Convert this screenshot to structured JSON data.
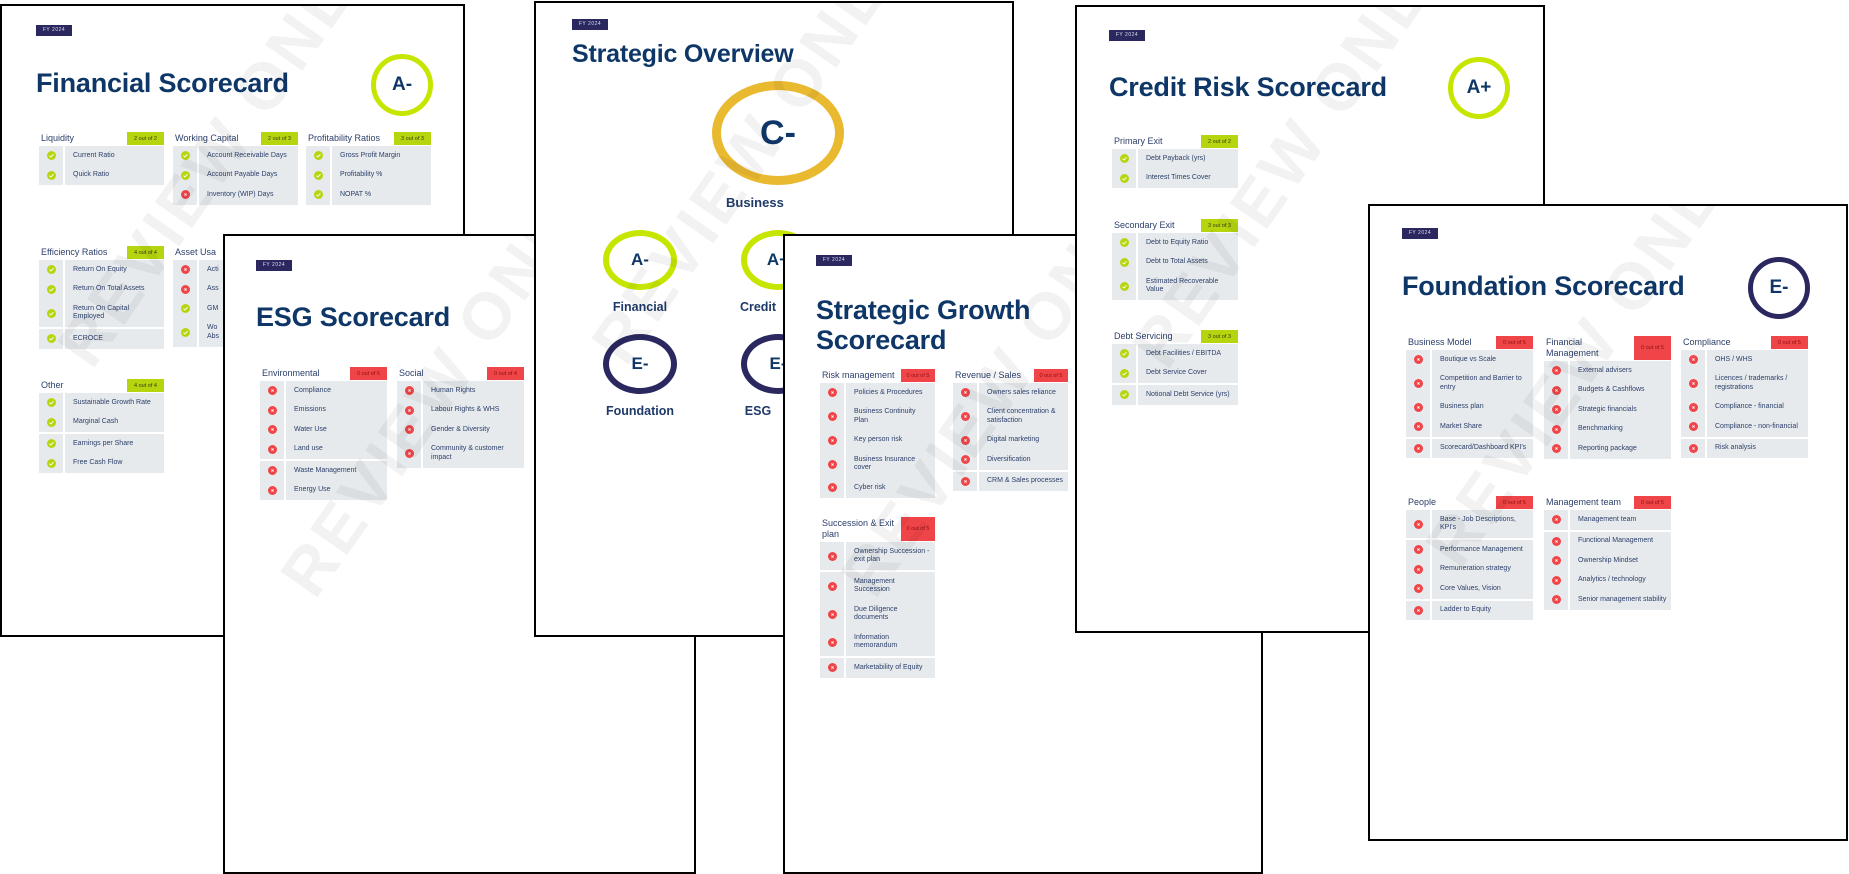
{
  "colors": {
    "navy": "#2b2860",
    "title": "#0e3768",
    "pass": "#b7d50f",
    "fail": "#f04548",
    "panel": "#e7eaed",
    "lime": "#c6e600",
    "gold": "#e9b92f"
  },
  "watermark": "REVIEW ONLY",
  "pages": [
    {
      "id": "financial",
      "fy": "FY 2024",
      "title": "Financial Scorecard",
      "grade": "A-",
      "grade_color": "lime",
      "sections": [
        {
          "title": "Liquidity",
          "badge": "2 out of 2",
          "status": "pass",
          "groups": [
            [
              {
                "label": "Current Ratio",
                "status": "pass"
              },
              {
                "label": "Quick Ratio",
                "status": "pass"
              }
            ]
          ]
        },
        {
          "title": "Working Capital",
          "badge": "2 out of 3",
          "status": "pass",
          "groups": [
            [
              {
                "label": "Account Receivable Days",
                "status": "pass"
              },
              {
                "label": "Account Payable Days",
                "status": "pass"
              },
              {
                "label": "Inventory (WIP) Days",
                "status": "fail"
              }
            ]
          ]
        },
        {
          "title": "Profitability Ratios",
          "badge": "3 out of 3",
          "status": "pass",
          "groups": [
            [
              {
                "label": "Gross Profit Margin",
                "status": "pass"
              },
              {
                "label": "Profitability %",
                "status": "pass"
              },
              {
                "label": "NOPAT %",
                "status": "pass"
              }
            ]
          ]
        },
        {
          "title": "Efficiency Ratios",
          "badge": "4 out of 4",
          "status": "pass",
          "groups": [
            [
              {
                "label": "Return On Equity",
                "status": "pass"
              },
              {
                "label": "Return On Total Assets",
                "status": "pass"
              },
              {
                "label": "Return On Capital Employed",
                "status": "pass"
              }
            ],
            [
              {
                "label": "ECROCE",
                "status": "pass"
              }
            ]
          ]
        },
        {
          "title": "Asset Usa",
          "badge": "",
          "status": "pass",
          "groups": [
            [
              {
                "label": "Acti",
                "status": "fail"
              },
              {
                "label": "Ass",
                "status": "fail"
              },
              {
                "label": "GM",
                "status": "pass"
              },
              {
                "label": "Wo Abs",
                "status": "pass"
              }
            ]
          ]
        },
        {
          "title": "Other",
          "badge": "4 out of 4",
          "status": "pass",
          "groups": [
            [
              {
                "label": "Sustainable Growth Rate",
                "status": "pass"
              },
              {
                "label": "Marginal Cash",
                "status": "pass"
              }
            ],
            [
              {
                "label": "Earnings per Share",
                "status": "pass"
              },
              {
                "label": "Free Cash Flow",
                "status": "pass"
              }
            ]
          ]
        }
      ]
    },
    {
      "id": "esg",
      "fy": "FY 2024",
      "title": "ESG Scorecard",
      "sections": [
        {
          "title": "Environmental",
          "badge": "0 out of 6",
          "status": "fail",
          "groups": [
            [
              {
                "label": "Compliance",
                "status": "fail"
              },
              {
                "label": "Emissions",
                "status": "fail"
              },
              {
                "label": "Water Use",
                "status": "fail"
              },
              {
                "label": "Land use",
                "status": "fail"
              }
            ],
            [
              {
                "label": "Waste Management",
                "status": "fail"
              },
              {
                "label": "Energy Use",
                "status": "fail"
              }
            ]
          ]
        },
        {
          "title": "Social",
          "badge": "0 out of 4",
          "status": "fail",
          "groups": [
            [
              {
                "label": "Human Rights",
                "status": "fail"
              },
              {
                "label": "Labour Rights & WHS",
                "status": "fail"
              },
              {
                "label": "Gender & Diversity",
                "status": "fail"
              },
              {
                "label": "Community & customer impact",
                "status": "fail"
              }
            ]
          ]
        }
      ]
    },
    {
      "id": "overview",
      "fy": "FY 2024",
      "title": "Strategic Overview",
      "main": {
        "grade": "C-",
        "label": "Business",
        "color": "gold"
      },
      "subs": [
        {
          "grade": "A-",
          "label": "Financial",
          "color": "lime"
        },
        {
          "grade": "A+",
          "label": "Credit",
          "color": "lime"
        },
        {
          "grade": "E-",
          "label": "Foundation",
          "color": "navy"
        },
        {
          "grade": "E-",
          "label": "ESG",
          "color": "navy"
        }
      ]
    },
    {
      "id": "growth",
      "fy": "FY 2024",
      "title": "Strategic Growth Scorecard",
      "sections": [
        {
          "title": "Risk management",
          "badge": "0 out of 5",
          "status": "fail",
          "groups": [
            [
              {
                "label": "Policies & Procedures",
                "status": "fail"
              },
              {
                "label": "Business Continuity Plan",
                "status": "fail"
              },
              {
                "label": "Key person risk",
                "status": "fail"
              },
              {
                "label": "Business Insurance cover",
                "status": "fail"
              },
              {
                "label": "Cyber risk",
                "status": "fail"
              }
            ]
          ]
        },
        {
          "title": "Revenue / Sales",
          "badge": "0 out of 5",
          "status": "fail",
          "groups": [
            [
              {
                "label": "Owners sales reliance",
                "status": "fail"
              },
              {
                "label": "Client concentration & satisfaction",
                "status": "fail"
              },
              {
                "label": "Digital marketing",
                "status": "fail"
              },
              {
                "label": "Diversification",
                "status": "fail"
              }
            ],
            [
              {
                "label": "CRM & Sales processes",
                "status": "fail"
              }
            ]
          ]
        },
        {
          "title": "Succession & Exit plan",
          "badge": "0 out of 5",
          "status": "fail",
          "groups": [
            [
              {
                "label": "Ownership Succession - exit plan",
                "status": "fail"
              }
            ],
            [
              {
                "label": "Management Succession",
                "status": "fail"
              },
              {
                "label": "Due Diligence documents",
                "status": "fail"
              },
              {
                "label": "Information memorandum",
                "status": "fail"
              }
            ],
            [
              {
                "label": "Marketability of Equity",
                "status": "fail"
              }
            ]
          ]
        }
      ]
    },
    {
      "id": "credit",
      "fy": "FY 2024",
      "title": "Credit Risk Scorecard",
      "grade": "A+",
      "grade_color": "lime",
      "sections": [
        {
          "title": "Primary Exit",
          "badge": "2 out of 2",
          "status": "pass",
          "groups": [
            [
              {
                "label": "Debt Payback (yrs)",
                "status": "pass"
              },
              {
                "label": "Interest Times Cover",
                "status": "pass"
              }
            ]
          ]
        },
        {
          "title": "Secondary Exit",
          "badge": "3 out of 3",
          "status": "pass",
          "groups": [
            [
              {
                "label": "Debt to Equity Ratio",
                "status": "pass"
              },
              {
                "label": "Debt to Total Assets",
                "status": "pass"
              },
              {
                "label": "Estimated Recoverable Value",
                "status": "pass"
              }
            ]
          ]
        },
        {
          "title": "Debt Servicing",
          "badge": "3 out of 3",
          "status": "pass",
          "groups": [
            [
              {
                "label": "Debt Facilities / EBITDA",
                "status": "pass"
              },
              {
                "label": "Debt Service Cover",
                "status": "pass"
              }
            ],
            [
              {
                "label": "Notional Debt Service (yrs)",
                "status": "pass"
              }
            ]
          ]
        }
      ]
    },
    {
      "id": "foundation",
      "fy": "FY 2024",
      "title": "Foundation Scorecard",
      "grade": "E-",
      "grade_color": "navy",
      "sections": [
        {
          "title": "Business Model",
          "badge": "0 out of 5",
          "status": "fail",
          "groups": [
            [
              {
                "label": "Boutique vs Scale",
                "status": "fail"
              },
              {
                "label": "Competition and Barrier to entry",
                "status": "fail"
              },
              {
                "label": "Business plan",
                "status": "fail"
              },
              {
                "label": "Market Share",
                "status": "fail"
              }
            ],
            [
              {
                "label": "Scorecard/Dashboard KPI's",
                "status": "fail"
              }
            ]
          ]
        },
        {
          "title": "Financial Management",
          "badge": "0 out of 5",
          "status": "fail",
          "groups": [
            [
              {
                "label": "External advisers",
                "status": "fail"
              },
              {
                "label": "Budgets & Cashflows",
                "status": "fail"
              },
              {
                "label": "Strategic financials",
                "status": "fail"
              },
              {
                "label": "Benchmarking",
                "status": "fail"
              },
              {
                "label": "Reporting package",
                "status": "fail"
              }
            ]
          ]
        },
        {
          "title": "Compliance",
          "badge": "0 out of 5",
          "status": "fail",
          "groups": [
            [
              {
                "label": "OHS / WHS",
                "status": "fail"
              },
              {
                "label": "Licences / trademarks / registrations",
                "status": "fail"
              },
              {
                "label": "Compliance - financial",
                "status": "fail"
              },
              {
                "label": "Compliance - non-financial",
                "status": "fail"
              }
            ],
            [
              {
                "label": "Risk analysis",
                "status": "fail"
              }
            ]
          ]
        },
        {
          "title": "People",
          "badge": "0 out of 5",
          "status": "fail",
          "groups": [
            [
              {
                "label": "Base - Job Descriptions, KPI's",
                "status": "fail"
              }
            ],
            [
              {
                "label": "Performance Management",
                "status": "fail"
              },
              {
                "label": "Remuneration strategy",
                "status": "fail"
              },
              {
                "label": "Core Values, Vision",
                "status": "fail"
              }
            ],
            [
              {
                "label": "Ladder to Equity",
                "status": "fail"
              }
            ]
          ]
        },
        {
          "title": "Management team",
          "badge": "0 out of 5",
          "status": "fail",
          "groups": [
            [
              {
                "label": "Management team",
                "status": "fail"
              }
            ],
            [
              {
                "label": "Functional Management",
                "status": "fail"
              },
              {
                "label": "Ownership Mindset",
                "status": "fail"
              },
              {
                "label": "Analytics / technology",
                "status": "fail"
              },
              {
                "label": "Senior management stability",
                "status": "fail"
              }
            ]
          ]
        }
      ]
    }
  ]
}
